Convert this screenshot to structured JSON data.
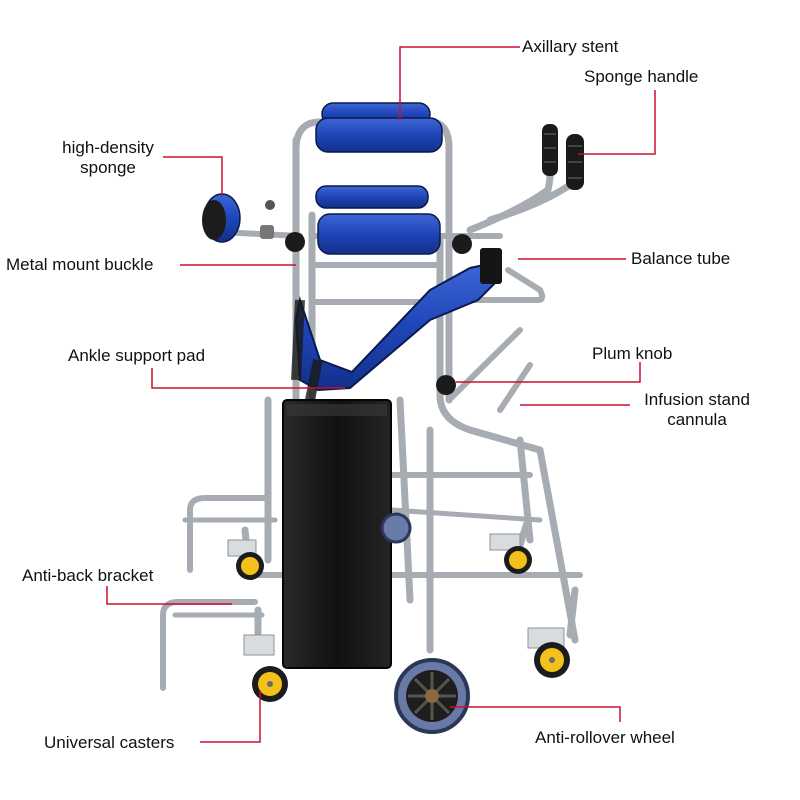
{
  "colors": {
    "leader": "#c8102e",
    "text": "#111111",
    "pad_blue": "#1f46b8",
    "pad_blue_dark": "#12308a",
    "frame_steel": "#c4c8cc",
    "frame_shadow": "#8e9399",
    "board_black": "#161616",
    "knob_black": "#1b1b1b",
    "wheel_yellow": "#f2c21a",
    "wheel_blue_grey": "#6a7aa8"
  },
  "image": {
    "subject": "walker-frame-illustration"
  },
  "labels": {
    "axillary_stent": "Axillary stent",
    "sponge_handle": "Sponge handle",
    "high_density_sponge_line1": "high-density",
    "high_density_sponge_line2": "sponge",
    "metal_mount_buckle": "Metal mount buckle",
    "balance_tube": "Balance tube",
    "ankle_support_pad": "Ankle support pad",
    "plum_knob": "Plum knob",
    "infusion_stand_line1": "Infusion stand",
    "infusion_stand_line2": "cannula",
    "anti_back_bracket": "Anti-back bracket",
    "universal_casters": "Universal casters",
    "anti_rollover_wheel": "Anti-rollover wheel"
  }
}
